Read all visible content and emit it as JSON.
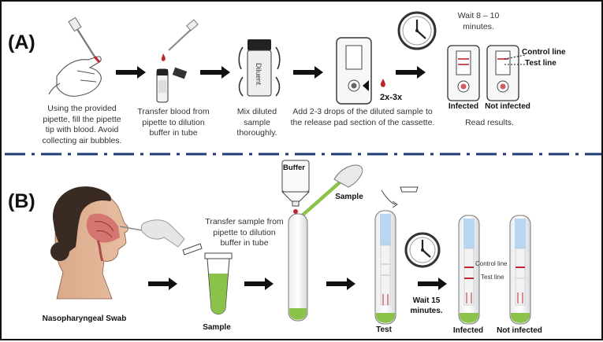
{
  "panel_a": {
    "tag": "(A)",
    "step1": "Using the provided pipette, fill the pipette tip with blood. Avoid collecting air bubbles.",
    "step2": "Transfer blood from pipette to dilution buffer in tube",
    "step3": "Mix diluted sample thoroughly.",
    "diluent_label": "Diluent",
    "drops": "2x-3x",
    "step4": "Add 2-3 drops of the diluted sample to the release pad section of the cassette.",
    "wait": "Wait 8 – 10 minutes.",
    "control_line": "Control line",
    "test_line": "Test line",
    "infected": "Infected",
    "not_infected": "Not infected",
    "read": "Read results."
  },
  "panel_b": {
    "tag": "(B)",
    "swab": "Nasopharyngeal Swab",
    "sample_tube": "Sample",
    "buffer": "Buffer",
    "sample_swab": "Sample",
    "transfer": "Transfer sample from pipette to dilution buffer in tube",
    "test": "Test",
    "wait": "Wait 15 minutes.",
    "control_line": "Control line",
    "test_line": "Test line",
    "infected": "Infected",
    "not_infected": "Not infected"
  },
  "colors": {
    "divider": "#1f3b73",
    "blood": "#c0272d",
    "liquid": "#7dbb42",
    "blue_fill": "#b9d6f0"
  }
}
